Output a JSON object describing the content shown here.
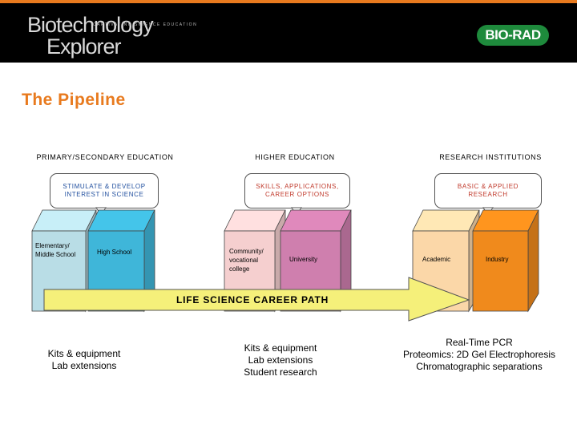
{
  "header": {
    "logo_line1": "Biotechnology",
    "logo_line2": "Explorer",
    "logo_tagline": "CAPTIVATING  SCIENCE EDUCATION",
    "brand": "BIO-RAD",
    "colors": {
      "accent": "#e87a1e",
      "brand_green": "#1e8a3c",
      "header_bg": "#000000"
    }
  },
  "title": "The Pipeline",
  "columns": [
    {
      "heading": "PRIMARY/SECONDARY EDUCATION",
      "callout": "STIMULATE & DEVELOP\nINTEREST IN SCIENCE",
      "blocks": [
        "Elementary/\nMiddle School",
        "High School"
      ],
      "note": "Kits & equipment\nLab extensions"
    },
    {
      "heading": "HIGHER EDUCATION",
      "callout": "SKILLS, APPLICATIONS,\nCAREER OPTIONS",
      "blocks": [
        "Community/\nvocational\ncollege",
        "University"
      ],
      "note": "Kits & equipment\nLab extensions\nStudent research"
    },
    {
      "heading": "RESEARCH INSTITUTIONS",
      "callout": "BASIC & APPLIED\nRESEARCH",
      "blocks": [
        "Academic",
        "Industry"
      ],
      "note": "Real-Time PCR\nProteomics: 2D Gel Electrophoresis\nChromatographic separations"
    }
  ],
  "arrow_label": "LIFE SCIENCE CAREER PATH",
  "block_colors": {
    "elementary": "#b9dde6",
    "high_school": "#3fb6d9",
    "community": "#f5cfcf",
    "university": "#cf7fae",
    "academic": "#fbd7a8",
    "industry": "#f08a1c",
    "arrow": "#f5f07a"
  }
}
